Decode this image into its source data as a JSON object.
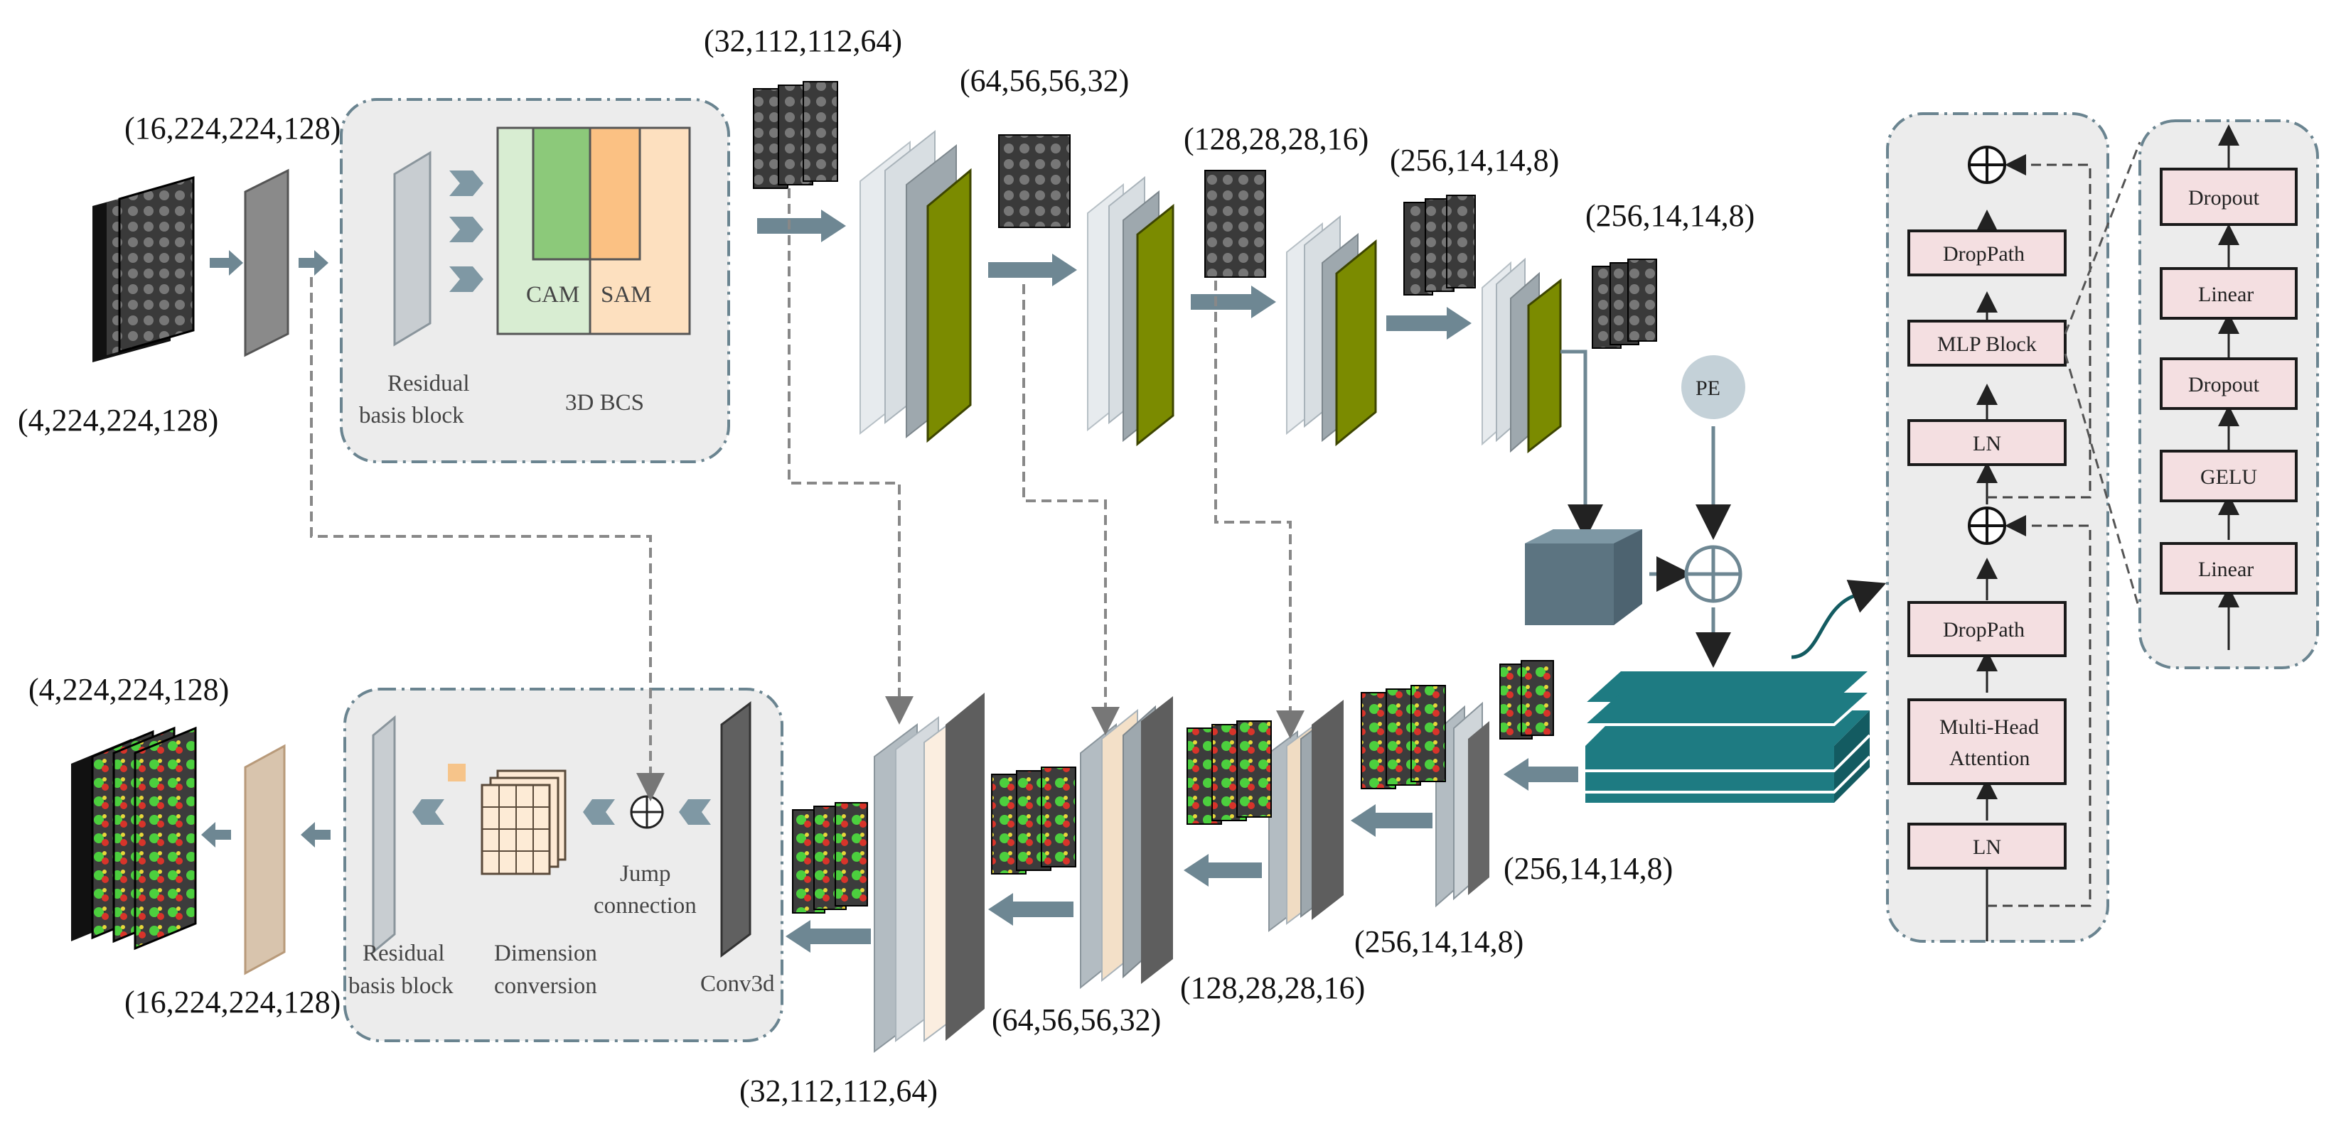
{
  "encoder": {
    "input_dim": "(4,224,224,128)",
    "stem_dim": "(16,224,224,128)",
    "stage1_dim": "(32,112,112,64)",
    "stage2_dim": "(64,56,56,32)",
    "stage3_dim": "(128,28,28,16)",
    "stage4_dim": "(256,14,14,8)",
    "stage5_dim": "(256,14,14,8)",
    "bcs_module": {
      "residual_label_1": "Residual",
      "residual_label_2": "basis block",
      "cam_label": "CAM",
      "sam_label": "SAM",
      "module_label": "3D BCS"
    }
  },
  "bottleneck": {
    "pe_label": "PE"
  },
  "decoder": {
    "output_dim": "(4,224,224,128)",
    "out_block_dim": "(16,224,224,128)",
    "d4_dim": "(256,14,14,8)",
    "d3_dim": "(256,14,14,8)",
    "d2_dim": "(128,28,28,16)",
    "d1_dim": "(64,56,56,32)",
    "d0_dim": "(32,112,112,64)",
    "decoder_module": {
      "residual_label_1": "Residual",
      "residual_label_2": "basis block",
      "dimension_label_1": "Dimension",
      "dimension_label_2": "conversion",
      "jump_label_1": "Jump",
      "jump_label_2": "connection",
      "conv_label": "Conv3d"
    }
  },
  "transformer_block": {
    "blocks": [
      "DropPath",
      "MLP Block",
      "LN",
      "DropPath",
      "Multi-Head",
      "Attention",
      "LN"
    ]
  },
  "mlp_block": {
    "layers": [
      "Dropout",
      "Linear",
      "Dropout",
      "GELU",
      "Linear"
    ]
  },
  "colors": {
    "olive": "#7b8b00",
    "teal": "#1e7b82",
    "arrow": "#6e8793",
    "panel": "#ececec",
    "pink_block": "#f4dfe1"
  }
}
